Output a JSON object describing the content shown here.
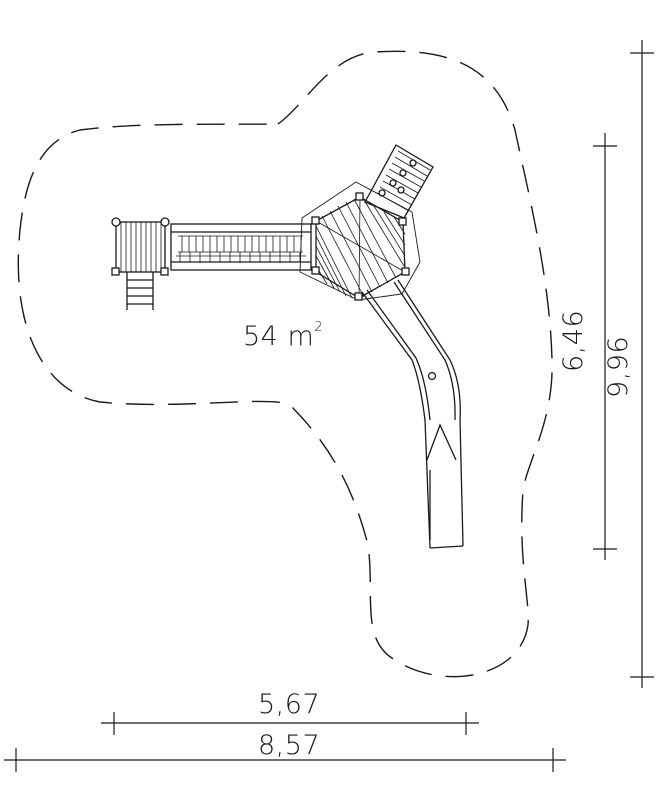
{
  "area": {
    "value": "54 m",
    "unit_sup": "2"
  },
  "dimensions": {
    "inner_width": "5,67",
    "outer_width": "8,57",
    "inner_height": "6,46",
    "outer_height": "9,96"
  },
  "colors": {
    "line": "#1a1a1a",
    "background": "#ffffff"
  }
}
